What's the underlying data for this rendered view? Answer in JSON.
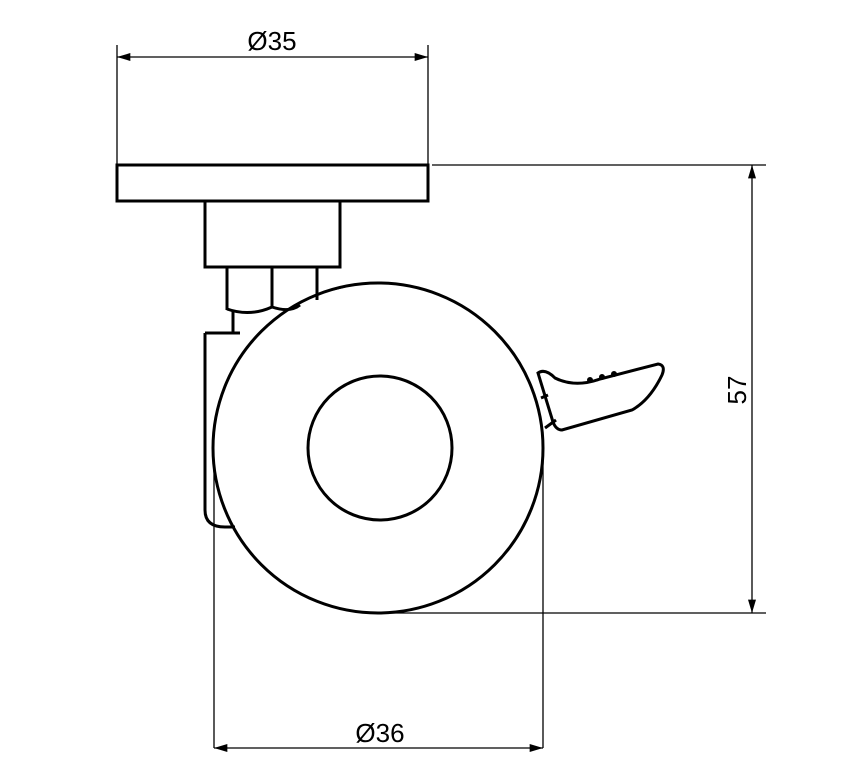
{
  "drawing": {
    "dimensions": {
      "plate_diameter": "Ø35",
      "wheel_diameter": "Ø36",
      "total_height": "57"
    },
    "colors": {
      "line": "#000000",
      "background": "#ffffff"
    }
  }
}
